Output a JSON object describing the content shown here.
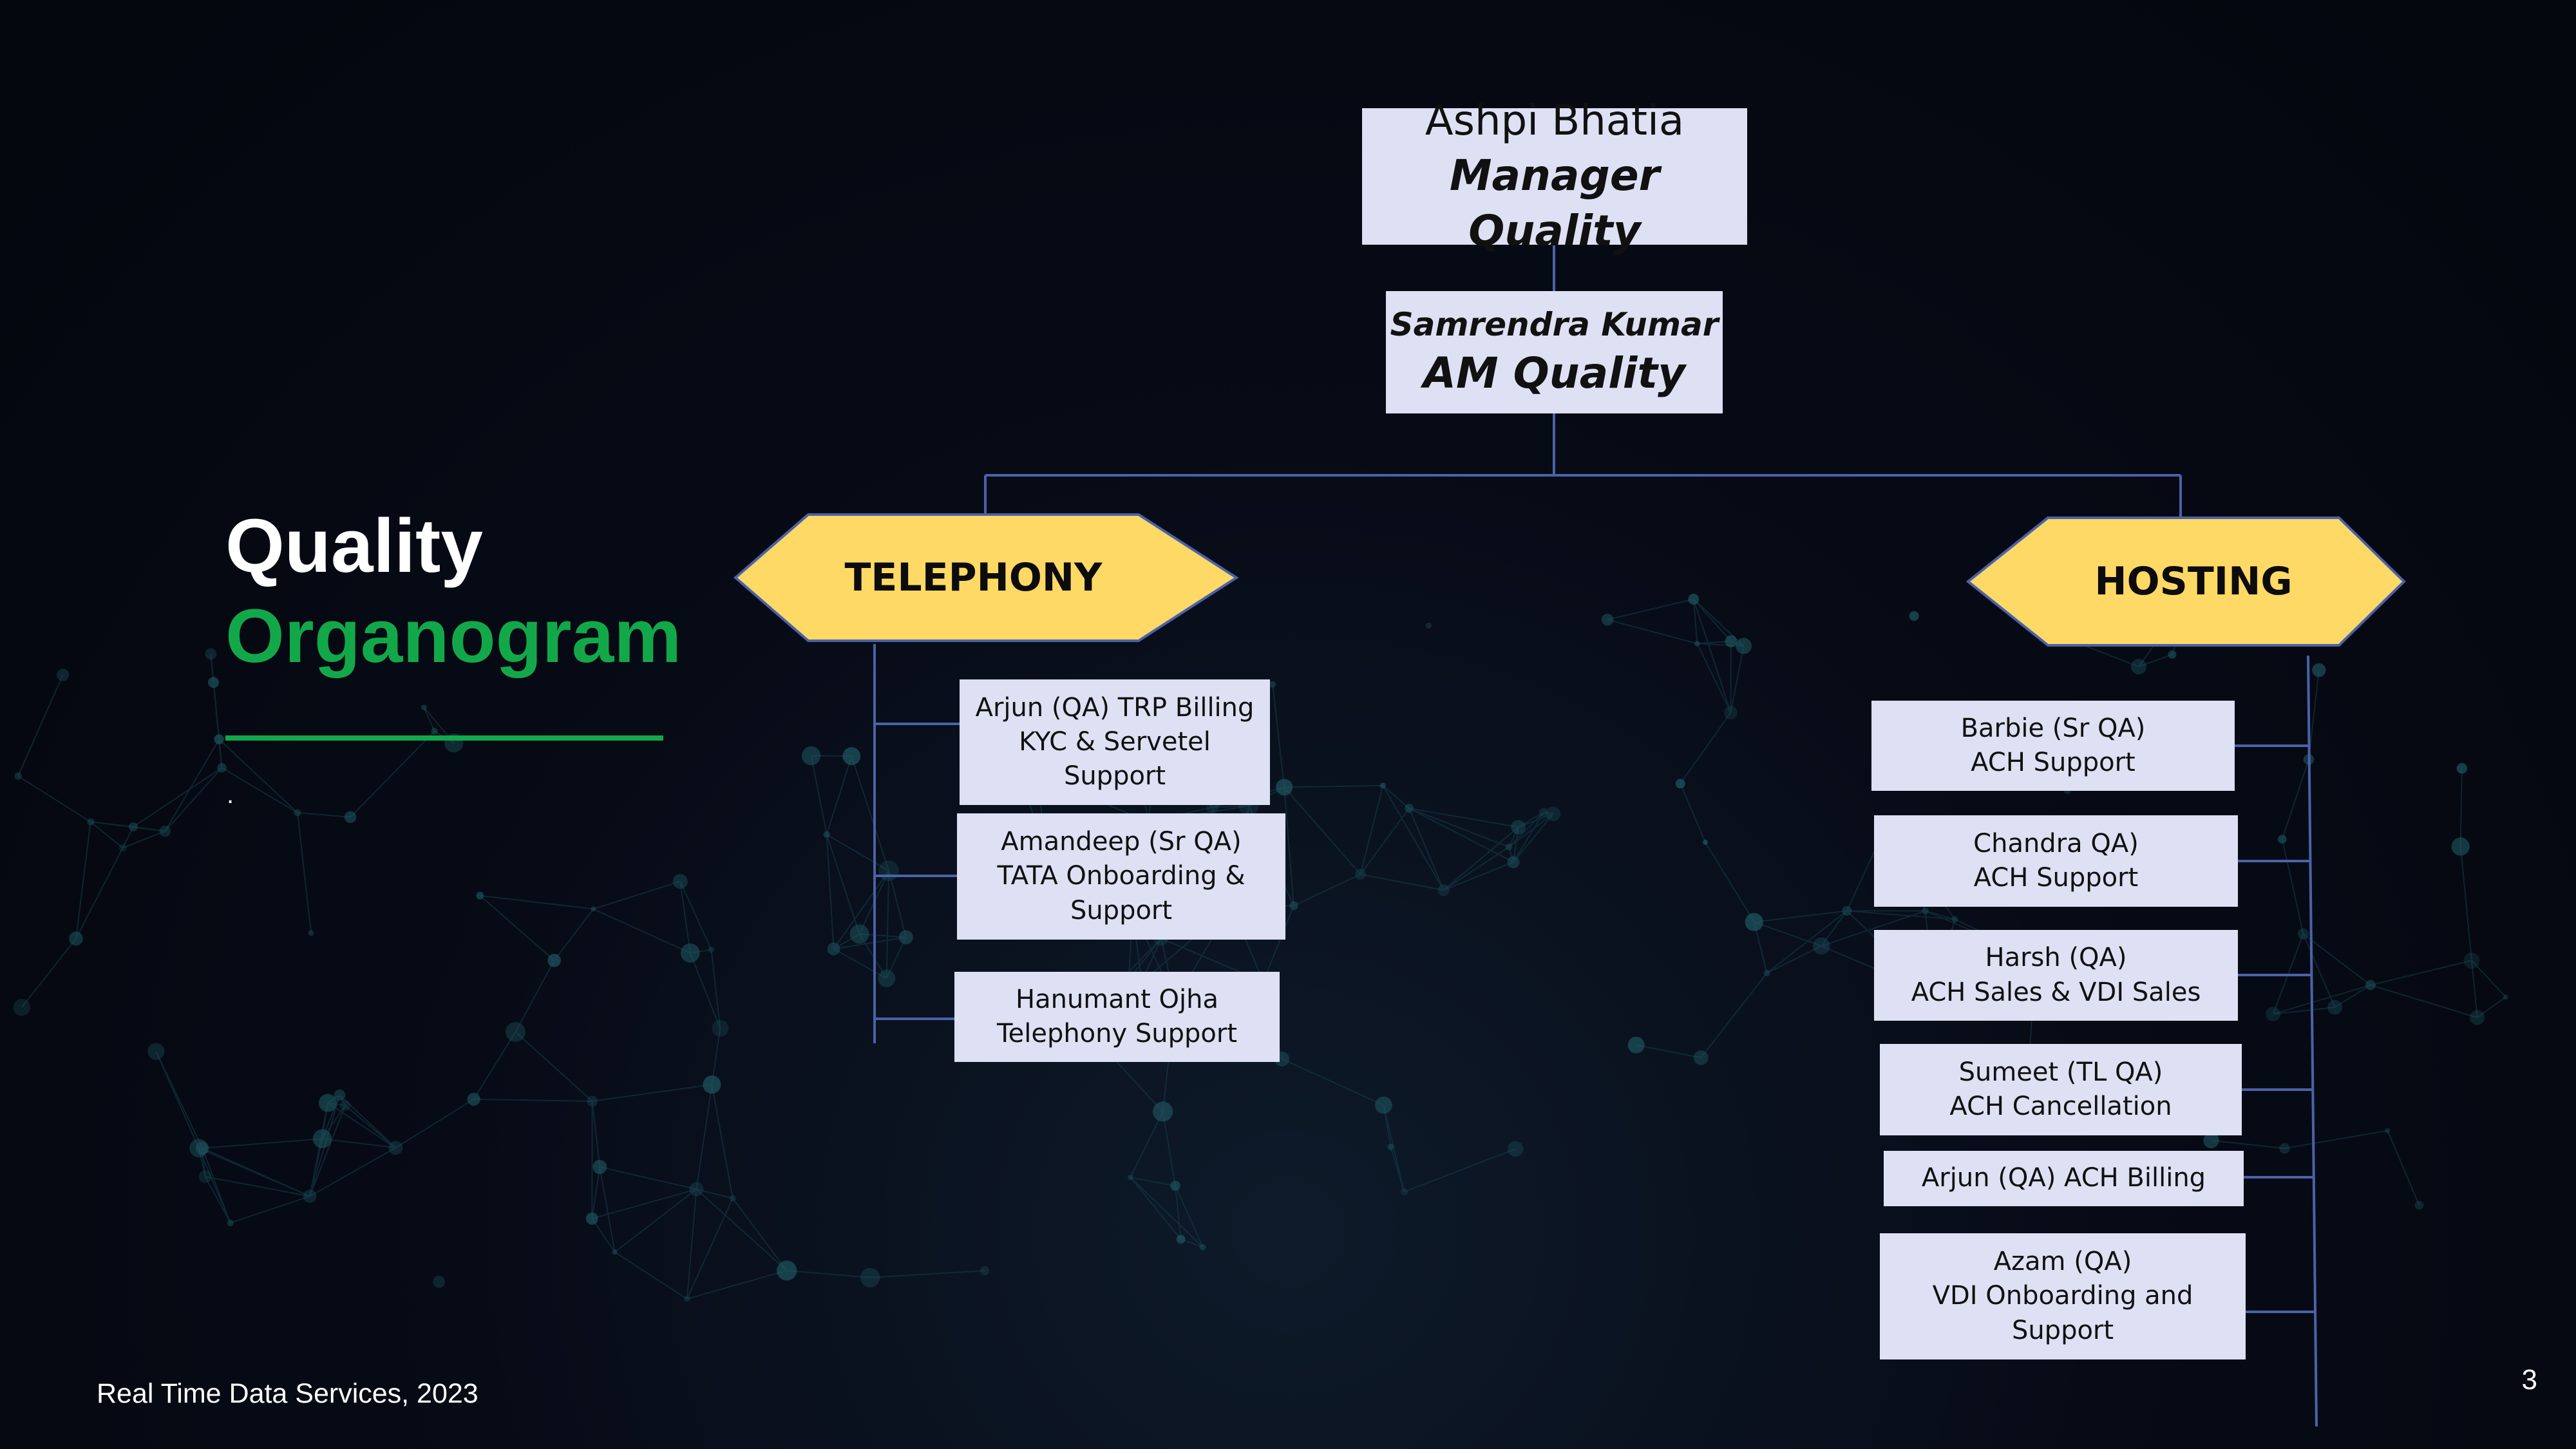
{
  "title": {
    "line1": "Quality",
    "line2": "Organogram",
    "bullet": "."
  },
  "footer": {
    "company": "Real Time Data Services, 2023",
    "page_number": "3"
  },
  "colors": {
    "accent_green": "#12a84a",
    "hexagon_fill": "#ffd966",
    "box_fill": "#dde1f3",
    "connector": "#4a62a8"
  },
  "org": {
    "manager": {
      "name": "Ashpi Bhatia",
      "role": "Manager Quality"
    },
    "assistant_manager": {
      "name": "Samrendra Kumar",
      "role": "AM Quality"
    },
    "departments": [
      {
        "name": "TELEPHONY",
        "members": [
          [
            "Arjun (QA) TRP Billing",
            "KYC & Servetel",
            "Support"
          ],
          [
            "Amandeep (Sr QA)",
            "TATA Onboarding &",
            "Support"
          ],
          [
            "Hanumant Ojha",
            "Telephony Support"
          ]
        ]
      },
      {
        "name": "HOSTING",
        "members": [
          [
            "Barbie (Sr QA)",
            "ACH Support"
          ],
          [
            "Chandra QA)",
            "ACH Support"
          ],
          [
            "Harsh (QA)",
            "ACH Sales & VDI Sales"
          ],
          [
            "Sumeet (TL QA)",
            "ACH Cancellation"
          ],
          [
            "Arjun (QA) ACH Billing"
          ],
          [
            "Azam (QA)",
            "VDI Onboarding and",
            "Support"
          ]
        ]
      }
    ]
  }
}
